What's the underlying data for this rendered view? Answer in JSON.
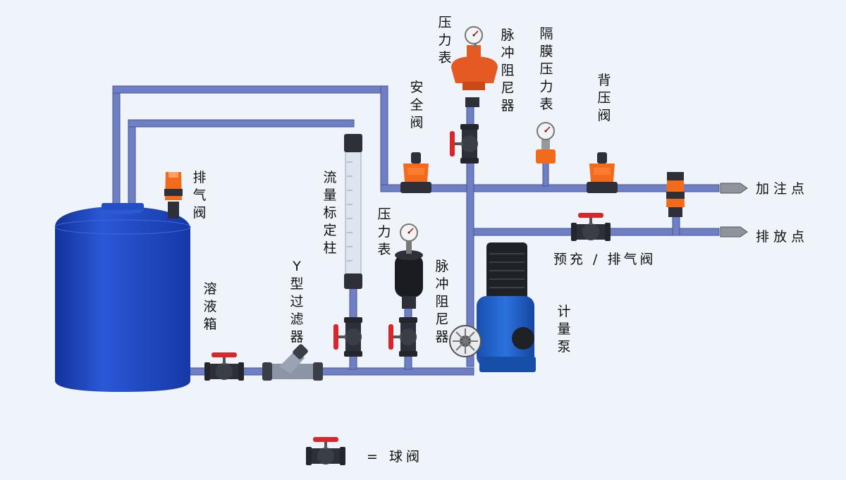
{
  "labels": {
    "pressure_gauge_top": "压力表",
    "pulse_damper_top": "脉冲阻尼器",
    "diaphragm_gauge": "隔膜压力表",
    "back_pressure_valve": "背压阀",
    "safety_valve": "安全阀",
    "air_vent_valve": "排气阀",
    "flow_column": "流量标定柱",
    "pressure_gauge_mid": "压力表",
    "solution_tank": "溶液箱",
    "y_filter": "Y型过滤器",
    "pulse_damper_mid": "脉冲阻尼器",
    "metering_pump": "计量泵",
    "injection_point": "加注点",
    "discharge_point": "排放点",
    "prime_vent_valve": "预充 / 排气阀",
    "legend_text": "= 球阀"
  },
  "colors": {
    "background": "#eef4f9",
    "pipe": "#6f7fc4",
    "pipe_edge": "#46549a",
    "tank": "#1f49c4",
    "valve_body": "#2d3038",
    "valve_handle": "#d8262a",
    "orange_valve": "#f26a1b",
    "pump": "#1d5fc8"
  }
}
